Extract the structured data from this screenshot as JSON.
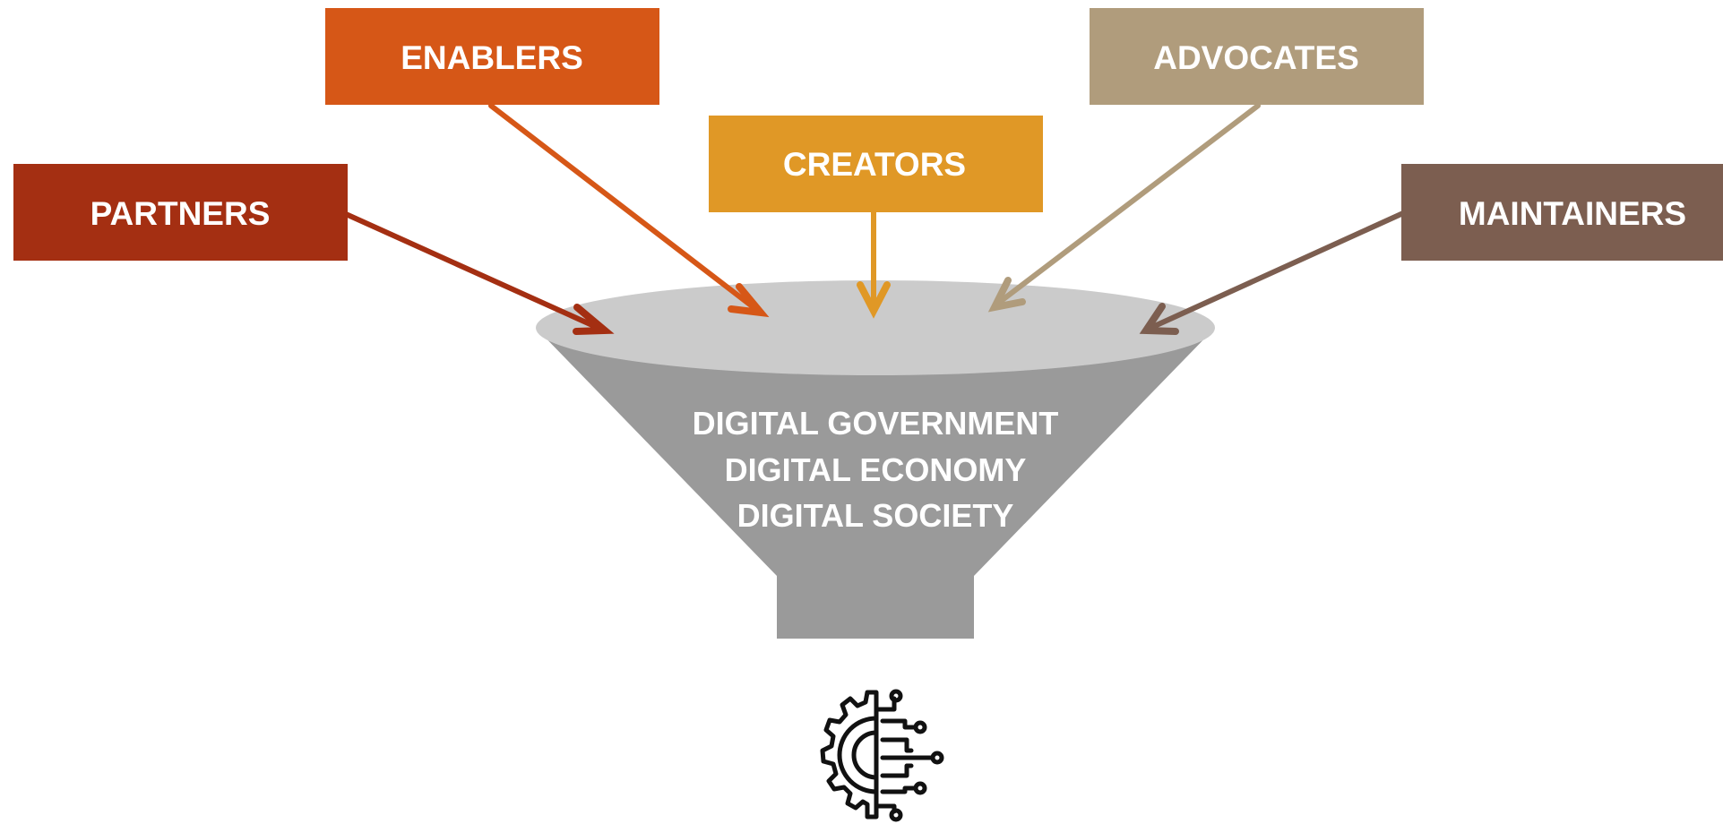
{
  "colors": {
    "partners": "#a42f12",
    "enablers": "#d65717",
    "creators": "#e09826",
    "advocates": "#b09c7c",
    "maintainers": "#7c5e50",
    "funnel_top": "#cbcbcb",
    "funnel_body": "#9a9a9a",
    "label_text": "#ffffff",
    "icon_stroke": "#111111"
  },
  "boxes": {
    "partners": "PARTNERS",
    "enablers": "ENABLERS",
    "creators": "CREATORS",
    "advocates": "ADVOCATES",
    "maintainers": "MAINTAINERS"
  },
  "funnel": {
    "lines": [
      "DIGITAL GOVERNMENT",
      "DIGITAL ECONOMY",
      "DIGITAL SOCIETY"
    ]
  },
  "icon": "digital-gear-circuit-icon"
}
